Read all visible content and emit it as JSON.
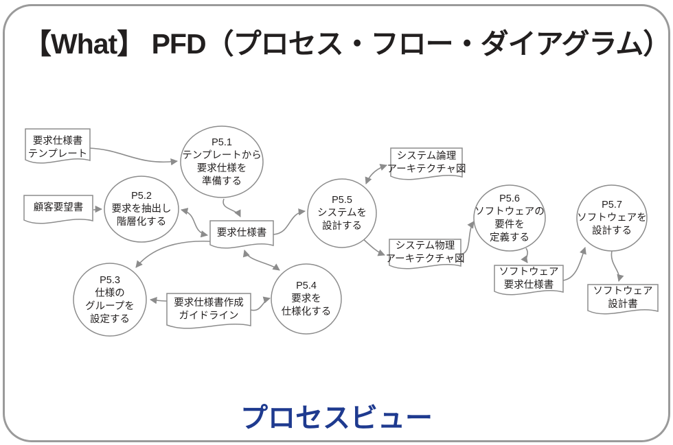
{
  "page": {
    "title": "【What】 PFD（プロセス・フロー・ダイアグラム）",
    "footer_label": "プロセスビュー"
  },
  "colors": {
    "footer_blue": "#1e3a8f",
    "shape_stroke": "#8c8c8c",
    "frame_gray": "#9a9a9a",
    "text": "#221f1f"
  },
  "processes": [
    {
      "id": "P5.1",
      "lines": [
        "P5.1",
        "テンプレートから",
        "要求仕様を",
        "準備する"
      ]
    },
    {
      "id": "P5.2",
      "lines": [
        "P5.2",
        "要求を抽出し",
        "階層化する"
      ]
    },
    {
      "id": "P5.3",
      "lines": [
        "P5.3",
        "仕様の",
        "グループを",
        "設定する"
      ]
    },
    {
      "id": "P5.4",
      "lines": [
        "P5.4",
        "要求を",
        "仕様化する"
      ]
    },
    {
      "id": "P5.5",
      "lines": [
        "P5.5",
        "システムを",
        "設計する"
      ]
    },
    {
      "id": "P5.6",
      "lines": [
        "P5.6",
        "ソフトウェアの",
        "要件を",
        "定義する"
      ]
    },
    {
      "id": "P5.7",
      "lines": [
        "P5.7",
        "ソフトウェアを",
        "設計する"
      ]
    }
  ],
  "documents": [
    {
      "id": "doc-template",
      "lines": [
        "要求仕様書",
        "テンプレート"
      ]
    },
    {
      "id": "doc-customer-request",
      "lines": [
        "顧客要望書"
      ]
    },
    {
      "id": "doc-req-spec",
      "lines": [
        "要求仕様書"
      ]
    },
    {
      "id": "doc-guideline",
      "lines": [
        "要求仕様書作成",
        "ガイドライン"
      ]
    },
    {
      "id": "doc-sys-logical",
      "lines": [
        "システム論理",
        "アーキテクチャ図"
      ]
    },
    {
      "id": "doc-sys-physical",
      "lines": [
        "システム物理",
        "アーキテクチャ図"
      ]
    },
    {
      "id": "doc-sw-req-spec",
      "lines": [
        "ソフトウェア",
        "要求仕様書"
      ]
    },
    {
      "id": "doc-sw-design",
      "lines": [
        "ソフトウェア",
        "設計書"
      ]
    }
  ],
  "flows": [
    {
      "from": "doc-template",
      "to": "P5.1",
      "bidirectional": false
    },
    {
      "from": "doc-customer-request",
      "to": "P5.2",
      "bidirectional": false
    },
    {
      "from": "P5.1",
      "to": "doc-req-spec",
      "bidirectional": false
    },
    {
      "from": "P5.2",
      "to": "doc-req-spec",
      "bidirectional": true
    },
    {
      "from": "doc-req-spec",
      "to": "P5.3",
      "bidirectional": false
    },
    {
      "from": "doc-guideline",
      "to": "P5.3",
      "bidirectional": false
    },
    {
      "from": "doc-guideline",
      "to": "P5.4",
      "bidirectional": false
    },
    {
      "from": "doc-req-spec",
      "to": "P5.4",
      "bidirectional": true
    },
    {
      "from": "doc-req-spec",
      "to": "P5.5",
      "bidirectional": false
    },
    {
      "from": "P5.5",
      "to": "doc-sys-logical",
      "bidirectional": true
    },
    {
      "from": "P5.5",
      "to": "doc-sys-physical",
      "bidirectional": false
    },
    {
      "from": "doc-sys-physical",
      "to": "P5.6",
      "bidirectional": false
    },
    {
      "from": "P5.6",
      "to": "doc-sw-req-spec",
      "bidirectional": false
    },
    {
      "from": "doc-sw-req-spec",
      "to": "P5.7",
      "bidirectional": false
    },
    {
      "from": "P5.7",
      "to": "doc-sw-design",
      "bidirectional": false
    }
  ]
}
